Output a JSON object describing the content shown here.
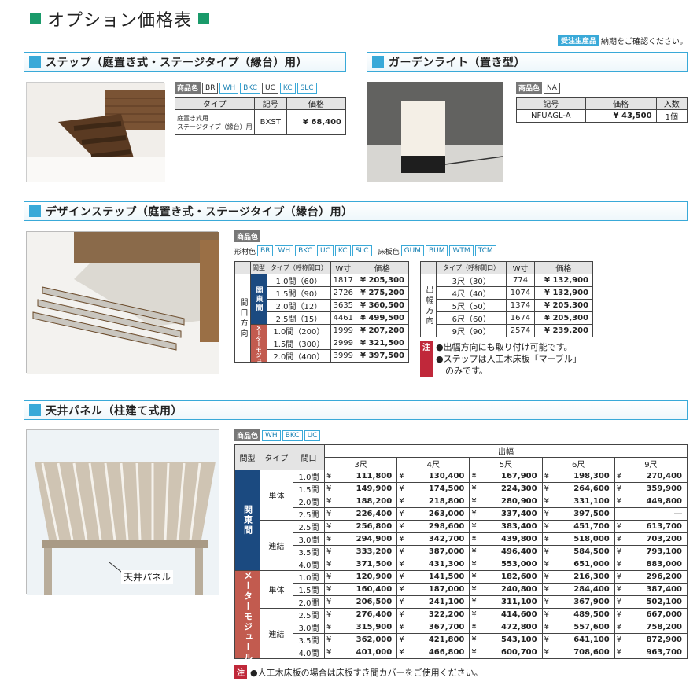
{
  "page": {
    "title": "オプション価格表",
    "notice_tag": "受注生産品",
    "notice_text": "納期をご確認ください。"
  },
  "step": {
    "heading": "ステップ（庭置き式・ステージタイプ（縁台）用）",
    "color_label": "商品色",
    "colors": [
      "BR",
      "WH",
      "BKC",
      "UC",
      "KC",
      "SLC"
    ],
    "headers": [
      "タイプ",
      "記号",
      "価格"
    ],
    "row": {
      "type1": "庭置き式用",
      "type2": "ステージタイプ（縁台）用",
      "code": "BXST",
      "price": "¥ 68,400"
    }
  },
  "light": {
    "heading": "ガーデンライト（置き型）",
    "color_label": "商品色",
    "colors": [
      "NA"
    ],
    "headers": [
      "記号",
      "価格",
      "入数"
    ],
    "row": {
      "code": "NFUAGL-A",
      "price": "¥ 43,500",
      "qty": "1個"
    }
  },
  "design": {
    "heading": "デザインステップ（庭置き式・ステージタイプ（縁台）用）",
    "color_label": "商品色",
    "frame_label": "形材色",
    "frame_colors": [
      "BR",
      "WH",
      "BKC",
      "UC",
      "KC",
      "SLC"
    ],
    "floor_label": "床板色",
    "floor_colors": [
      "GUM",
      "BUM",
      "WTM",
      "TCM"
    ],
    "left_headers": [
      "間型",
      "タイプ（呼称間口）",
      "W寸",
      "価格"
    ],
    "left_dir": "間口方向",
    "band1": "関東間",
    "band2": "メーターモジュール",
    "left_rows": [
      [
        "1.0間（60）",
        "1817",
        "¥ 205,300"
      ],
      [
        "1.5間（90）",
        "2726",
        "¥ 275,200"
      ],
      [
        "2.0間（12）",
        "3635",
        "¥ 360,500"
      ],
      [
        "2.5間（15）",
        "4461",
        "¥ 499,500"
      ],
      [
        "1.0間（200）",
        "1999",
        "¥ 207,200"
      ],
      [
        "1.5間（300）",
        "2999",
        "¥ 321,500"
      ],
      [
        "2.0間（400）",
        "3999",
        "¥ 397,500"
      ]
    ],
    "right_headers": [
      "タイプ（呼称間口）",
      "W寸",
      "価格"
    ],
    "right_dir": "出幅方向",
    "right_rows": [
      [
        "3尺（30）",
        "774",
        "¥ 132,900"
      ],
      [
        "4尺（40）",
        "1074",
        "¥ 132,900"
      ],
      [
        "5尺（50）",
        "1374",
        "¥ 205,300"
      ],
      [
        "6尺（60）",
        "1674",
        "¥ 205,300"
      ],
      [
        "9尺（90）",
        "2574",
        "¥ 239,200"
      ]
    ],
    "note_tag": "注",
    "notes": [
      "●出幅方向にも取り付け可能です。",
      "●ステップは人工木床板「マーブル」",
      "のみです。"
    ]
  },
  "ceiling": {
    "heading": "天井パネル（柱建て式用）",
    "color_label": "商品色",
    "colors": [
      "WH",
      "BKC",
      "UC"
    ],
    "callout": "天井パネル",
    "headers": {
      "mat": "間型",
      "type": "タイプ",
      "front": "間口",
      "depth": "出幅",
      "depths": [
        "3尺",
        "4尺",
        "5尺",
        "6尺",
        "9尺"
      ]
    },
    "band1": "関東間",
    "band2": "メーターモジュール",
    "single": "単体",
    "joined": "連結",
    "rows": [
      [
        "1.0間",
        "¥",
        "111,800",
        "¥",
        "130,400",
        "¥",
        "167,900",
        "¥",
        "198,300",
        "¥",
        "270,400"
      ],
      [
        "1.5間",
        "¥",
        "149,900",
        "¥",
        "174,500",
        "¥",
        "224,300",
        "¥",
        "264,600",
        "¥",
        "359,900"
      ],
      [
        "2.0間",
        "¥",
        "188,200",
        "¥",
        "218,800",
        "¥",
        "280,900",
        "¥",
        "331,100",
        "¥",
        "449,800"
      ],
      [
        "2.5間",
        "¥",
        "226,400",
        "¥",
        "263,000",
        "¥",
        "337,400",
        "¥",
        "397,500",
        "",
        "―"
      ],
      [
        "2.5間",
        "¥",
        "256,800",
        "¥",
        "298,600",
        "¥",
        "383,400",
        "¥",
        "451,700",
        "¥",
        "613,700"
      ],
      [
        "3.0間",
        "¥",
        "294,900",
        "¥",
        "342,700",
        "¥",
        "439,800",
        "¥",
        "518,000",
        "¥",
        "703,200"
      ],
      [
        "3.5間",
        "¥",
        "333,200",
        "¥",
        "387,000",
        "¥",
        "496,400",
        "¥",
        "584,500",
        "¥",
        "793,100"
      ],
      [
        "4.0間",
        "¥",
        "371,500",
        "¥",
        "431,300",
        "¥",
        "553,000",
        "¥",
        "651,000",
        "¥",
        "883,000"
      ],
      [
        "1.0間",
        "¥",
        "120,900",
        "¥",
        "141,500",
        "¥",
        "182,600",
        "¥",
        "216,300",
        "¥",
        "296,200"
      ],
      [
        "1.5間",
        "¥",
        "160,400",
        "¥",
        "187,000",
        "¥",
        "240,800",
        "¥",
        "284,400",
        "¥",
        "387,400"
      ],
      [
        "2.0間",
        "¥",
        "206,500",
        "¥",
        "241,100",
        "¥",
        "311,100",
        "¥",
        "367,900",
        "¥",
        "502,100"
      ],
      [
        "2.5間",
        "¥",
        "276,400",
        "¥",
        "322,200",
        "¥",
        "414,600",
        "¥",
        "489,500",
        "¥",
        "667,000"
      ],
      [
        "3.0間",
        "¥",
        "315,900",
        "¥",
        "367,700",
        "¥",
        "472,800",
        "¥",
        "557,600",
        "¥",
        "758,200"
      ],
      [
        "3.5間",
        "¥",
        "362,000",
        "¥",
        "421,800",
        "¥",
        "543,100",
        "¥",
        "641,100",
        "¥",
        "872,900"
      ],
      [
        "4.0間",
        "¥",
        "401,000",
        "¥",
        "466,800",
        "¥",
        "600,700",
        "¥",
        "708,600",
        "¥",
        "963,700"
      ]
    ],
    "note_tag": "注",
    "note": "●人工木床板の場合は床板すき間カバーをご使用ください。"
  }
}
